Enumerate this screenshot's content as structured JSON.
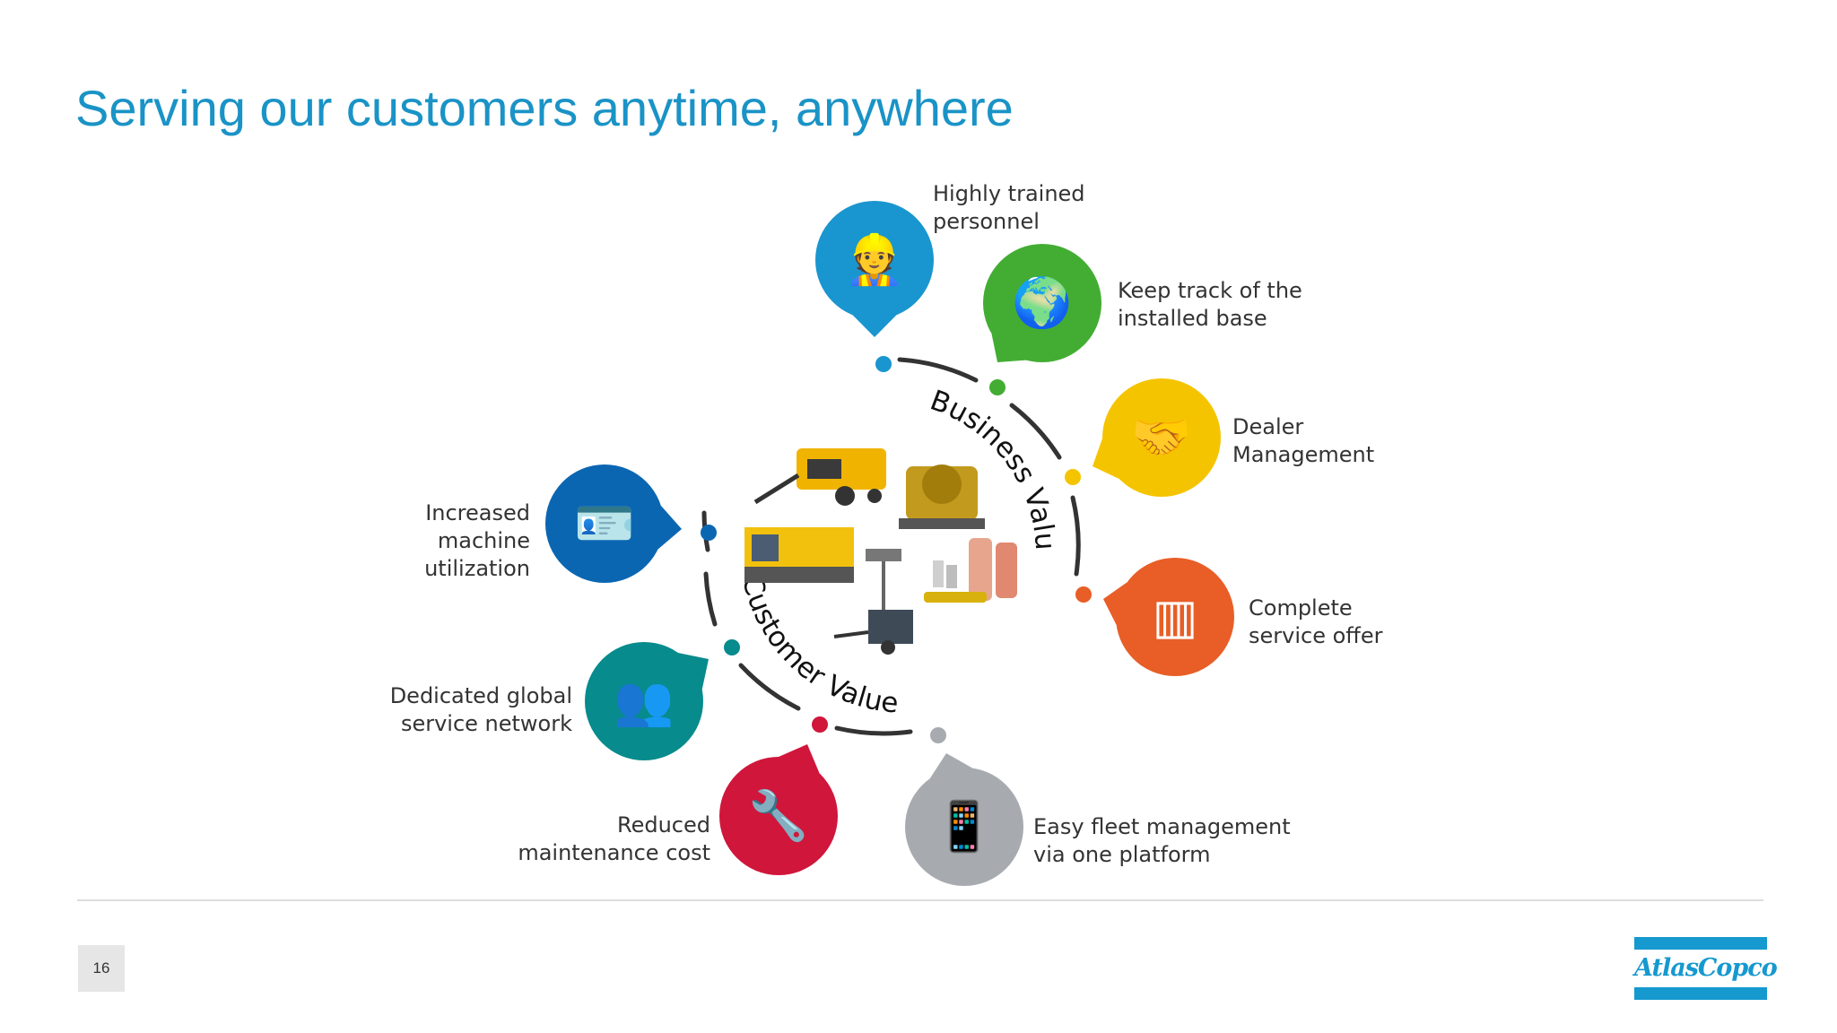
{
  "slide": {
    "title": "Serving our customers anytime, anywhere",
    "page_number": "16"
  },
  "ring": {
    "arc_labels": {
      "business": "Business Value",
      "customer": "Customer Value"
    }
  },
  "nodes": [
    {
      "id": "personnel",
      "label": [
        "Highly trained",
        "personnel"
      ],
      "color": "#1996cf",
      "icon": "trained-person-icon"
    },
    {
      "id": "installed-base",
      "label": [
        "Keep track of the",
        "installed base"
      ],
      "color": "#43ad33",
      "icon": "globe-location-icon"
    },
    {
      "id": "dealer",
      "label": [
        "Dealer",
        "Management"
      ],
      "color": "#f5c400",
      "icon": "handshake-icon"
    },
    {
      "id": "service-offer",
      "label": [
        "Complete",
        "service offer"
      ],
      "color": "#e85e26",
      "icon": "service-parts-icon"
    },
    {
      "id": "fleet",
      "label": [
        "Easy fleet management",
        "via one platform"
      ],
      "color": "#a7abb0",
      "icon": "mobile-app-icon"
    },
    {
      "id": "maintenance",
      "label": [
        "Reduced",
        "maintenance cost"
      ],
      "color": "#d0163b",
      "icon": "wrench-tools-icon"
    },
    {
      "id": "network",
      "label": [
        "Dedicated global",
        "service network"
      ],
      "color": "#078b8d",
      "icon": "people-group-icon"
    },
    {
      "id": "utilization",
      "label": [
        "Increased",
        "machine",
        "utilization"
      ],
      "color": "#0b66b2",
      "icon": "machine-card-icon"
    }
  ],
  "center": {
    "icon": "equipment-cluster-icon"
  },
  "brand": {
    "logo_text": "AtlasCopco",
    "color": "#1599cf"
  }
}
